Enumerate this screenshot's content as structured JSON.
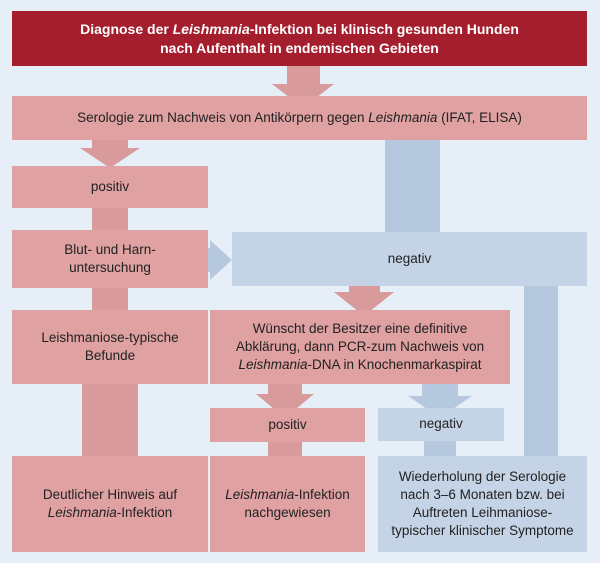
{
  "colors": {
    "background": "#e6eff7",
    "title_box": "#a51e2e",
    "red_box": "#dfa1a1",
    "red_arrow": "#d89a9a",
    "blue_box": "#c4d3e5",
    "blue_arrow": "#b6c8de"
  },
  "title": {
    "line1_a": "Diagnose der ",
    "line1_em": "Leishmania",
    "line1_b": "-Infektion bei klinisch gesunden Hunden",
    "line2": "nach Aufenthalt in endemischen Gebieten"
  },
  "serologie": {
    "text_a": "Serologie zum Nachweis von Antikörpern gegen ",
    "text_em": "Leishmania",
    "text_b": " (IFAT, ELISA)"
  },
  "positiv_top": "positiv",
  "blut": {
    "line1": "Blut- und Harn-",
    "line2": "untersuchung"
  },
  "negativ_wide": "negativ",
  "befunde": {
    "line1": "Leishmaniose-typische",
    "line2": "Befunde"
  },
  "pcr": {
    "line1": "Wünscht der Besitzer eine definitive",
    "line2": "Abklärung, dann PCR-zum Nachweis von",
    "line3_em": "Leishmania",
    "line3_b": "-DNA in Knochenmarkaspirat"
  },
  "positiv_pcr": "positiv",
  "negativ_pcr": "negativ",
  "hinweis": {
    "line1": "Deutlicher Hinweis auf",
    "line2_em": "Leishmania",
    "line2_b": "-Infektion"
  },
  "nachgewiesen": {
    "line1_em": "Leishmania",
    "line1_b": "-Infektion",
    "line2": "nachgewiesen"
  },
  "wiederholung": {
    "line1": "Wiederholung der Serologie",
    "line2": "nach 3–6 Monaten bzw. bei",
    "line3": "Auftreten Leihmaniose-",
    "line4": "typischer klinischer Symptome"
  }
}
